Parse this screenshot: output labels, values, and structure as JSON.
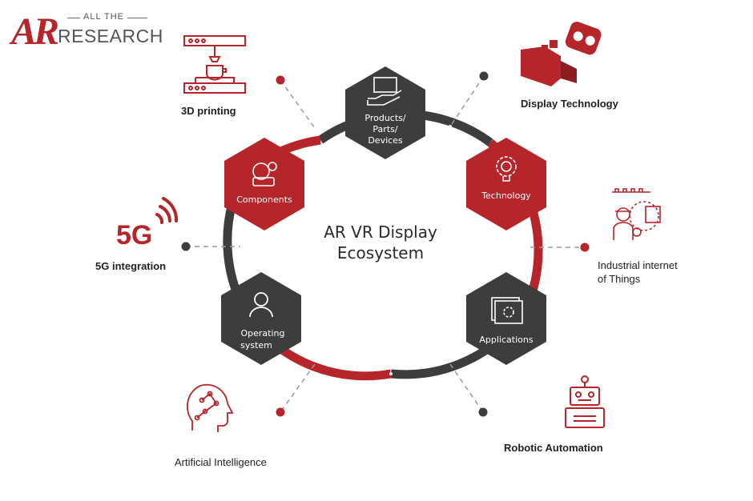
{
  "logo": {
    "mark": "AR",
    "top": "ALL THE",
    "bottom": "RESEARCH"
  },
  "center": {
    "line1": "AR VR Display",
    "line2": "Ecosystem"
  },
  "hexagons": {
    "products": [
      "Products/",
      "Parts/",
      "Devices"
    ],
    "technology": [
      "Technology"
    ],
    "applications": [
      "Applications"
    ],
    "operating": [
      "Operating",
      "system"
    ],
    "components": [
      "Components"
    ]
  },
  "outer": {
    "printing": "3D printing",
    "display": "Display Technology",
    "iiot": [
      "Industrial internet",
      "of Things"
    ],
    "robotic": "Robotic Automation",
    "ai": "Artificial Intelligence",
    "fiveg": "5G integration",
    "fiveg_icon_text": "5G"
  },
  "colors": {
    "red": "#b5252a",
    "dark": "#3d3d3d",
    "gray": "#8a8a8a"
  }
}
